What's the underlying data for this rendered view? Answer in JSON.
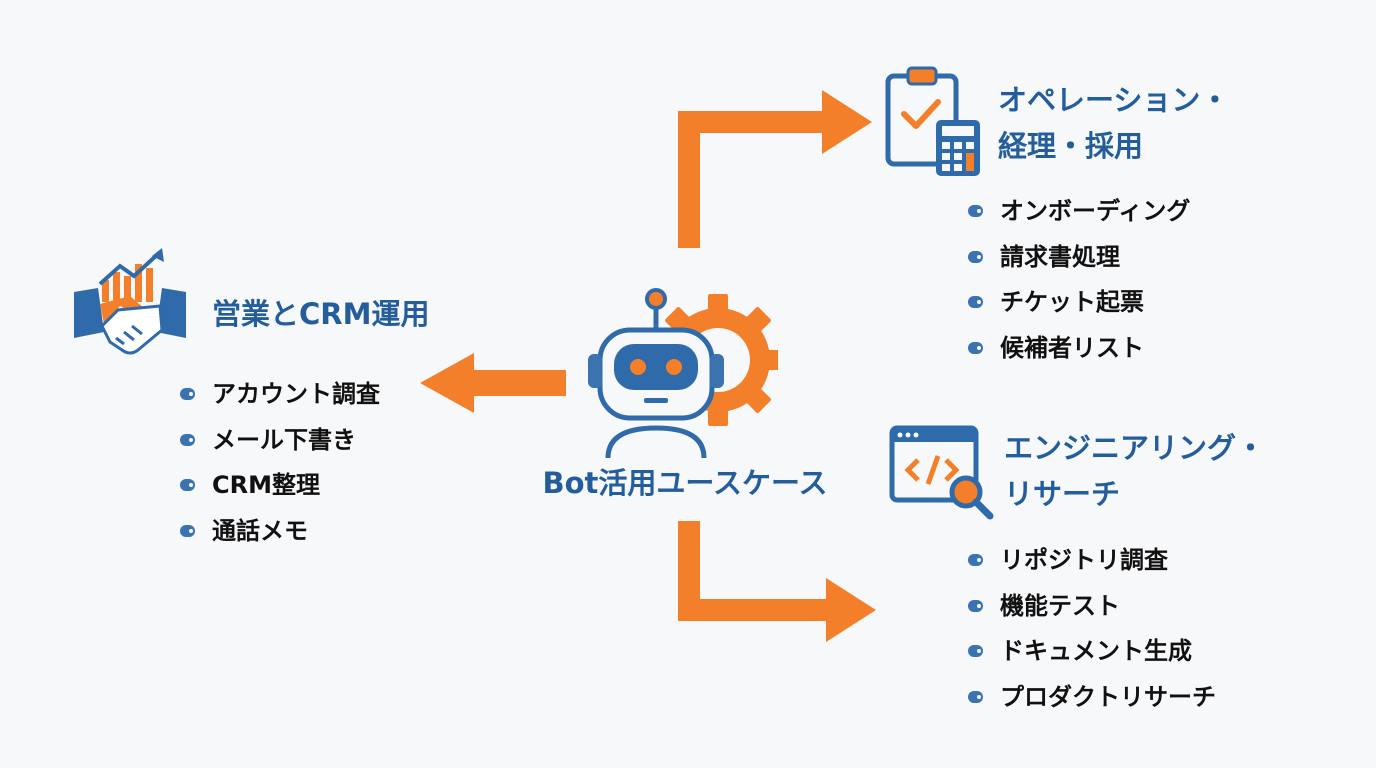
{
  "colors": {
    "primary_blue": "#245d9c",
    "icon_blue": "#3b72b0",
    "accent_orange": "#f47f2a",
    "text_dark": "#111111",
    "background": "#f7f8fa"
  },
  "center": {
    "label": "Bot活用ユースケース",
    "icon": "robot-gear-icon"
  },
  "sales": {
    "title": "営業とCRM運用",
    "icon": "handshake-chart-icon",
    "items": [
      "アカウント調査",
      "メール下書き",
      "CRM整理",
      "通話メモ"
    ]
  },
  "operations": {
    "title_line1": "オペレーション・",
    "title_line2": "経理・採用",
    "icon": "clipboard-calculator-icon",
    "items": [
      "オンボーディング",
      "請求書処理",
      "チケット起票",
      "候補者リスト"
    ]
  },
  "engineering": {
    "title_line1": "エンジニアリング・",
    "title_line2": "リサーチ",
    "icon": "code-window-search-icon",
    "items": [
      "リポジトリ調査",
      "機能テスト",
      "ドキュメント生成",
      "プロダクトリサーチ"
    ]
  }
}
